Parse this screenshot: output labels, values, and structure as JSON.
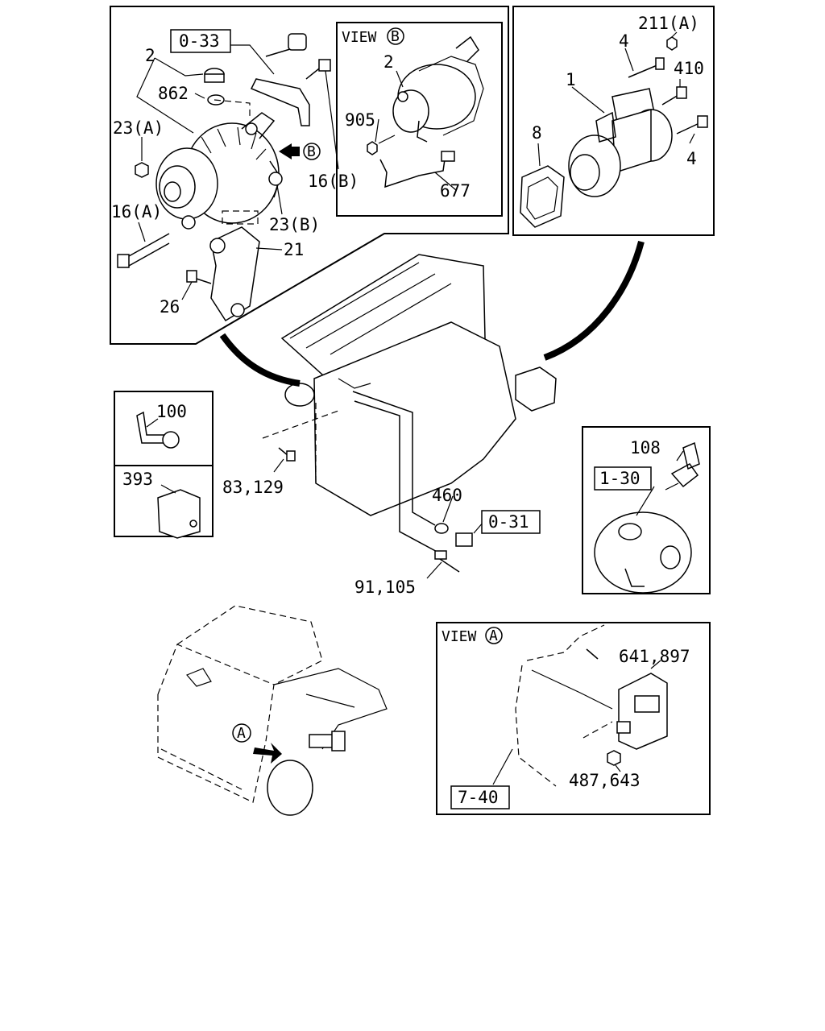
{
  "callouts": {
    "c_0_33": "0-33",
    "c_2_main": "2",
    "c_862": "862",
    "c_23a": "23(A)",
    "c_16b": "16(B)",
    "c_16a": "16(A)",
    "c_23b": "23(B)",
    "c_21": "21",
    "c_26": "26",
    "c_view_b": "VIEW",
    "c_view_b_letter": "B",
    "c_2_view": "2",
    "c_905": "905",
    "c_677": "677",
    "c_arrow_b": "B",
    "c_211a": "211(A)",
    "c_4_top": "4",
    "c_410": "410",
    "c_1": "1",
    "c_8": "8",
    "c_4_bot": "4",
    "c_100": "100",
    "c_393": "393",
    "c_83_129": "83,129",
    "c_460": "460",
    "c_0_31": "0-31",
    "c_91_105": "91,105",
    "c_108": "108",
    "c_1_30": "1-30",
    "c_view_a": "VIEW",
    "c_view_a_letter": "A",
    "c_641_897": "641,897",
    "c_487_643": "487,643",
    "c_7_40": "7-40",
    "c_truck_a": "A"
  }
}
